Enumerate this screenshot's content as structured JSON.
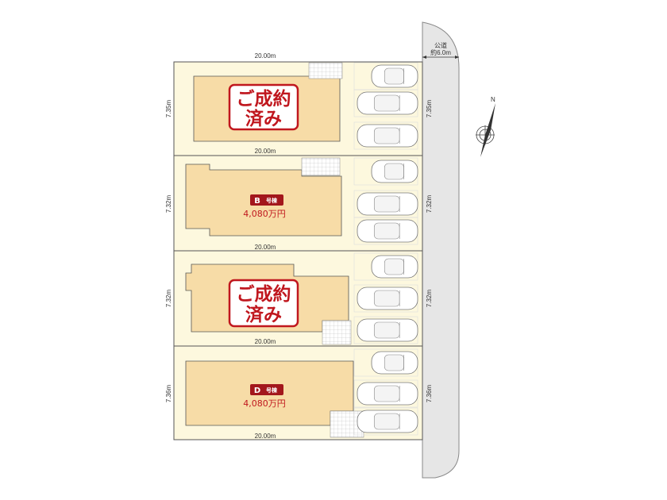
{
  "road": {
    "label_top": "公道",
    "label_bottom": "約6.0m"
  },
  "compass": {
    "north_label": "N"
  },
  "lots": [
    {
      "id": "A",
      "top_width": "20.00m",
      "bottom_width": "20.00m",
      "depth": "7.35m",
      "status": "sold",
      "stamp_line1": "ご成約",
      "stamp_line2": "済み"
    },
    {
      "id": "B",
      "top_width": "",
      "bottom_width": "20.00m",
      "depth": "7.32m",
      "status": "available",
      "badge_letter": "B",
      "badge_suffix": "号棟",
      "price": "4,080万円"
    },
    {
      "id": "C",
      "top_width": "",
      "bottom_width": "20.00m",
      "depth": "7.32m",
      "status": "sold",
      "stamp_line1": "ご成約",
      "stamp_line2": "済み"
    },
    {
      "id": "D",
      "top_width": "",
      "bottom_width": "20.00m",
      "depth": "7.36m",
      "status": "available",
      "badge_letter": "D",
      "badge_suffix": "号棟",
      "price": "4,080万円"
    }
  ],
  "colors": {
    "lot_fill": "#fdf8de",
    "building_fill": "#f7dca7",
    "stamp_red": "#c0171e",
    "badge_red": "#a3171c",
    "road_fill": "#e6e6e6"
  }
}
